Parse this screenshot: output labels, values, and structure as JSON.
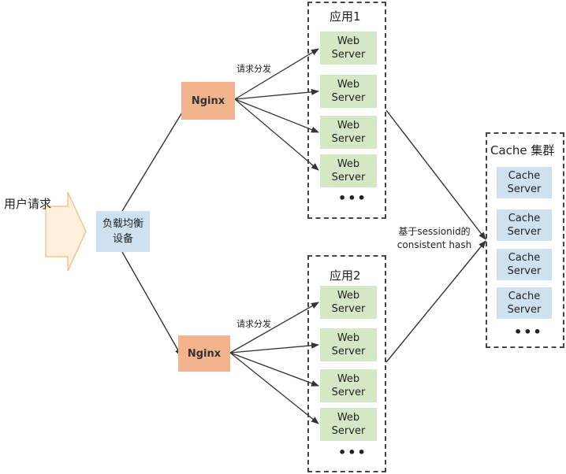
{
  "user_request": "用户请求",
  "load_balancer": "负载均衡设备",
  "nginx_label": "Nginx",
  "dispatch_label": "请求分发",
  "app1_title": "应用1",
  "app2_title": "应用2",
  "web_server": "Web Server",
  "ellipsis": "•••",
  "cache_title": "Cache 集群",
  "cache_server": "Cache Server",
  "hash_label": "基于sessionid的 consistent hash",
  "colors": {
    "web": "#d5e8c6",
    "cache": "#cfe0ee",
    "nginx": "#f2b48c",
    "arrow_fill": "#fdf0dd",
    "arrow_stroke": "#f2c48d"
  }
}
